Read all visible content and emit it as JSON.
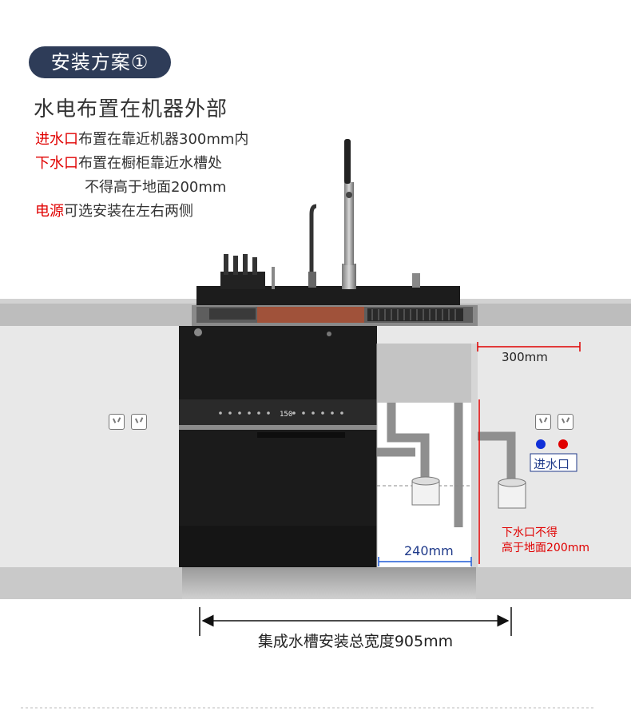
{
  "badge": "安装方案①",
  "heading": "水电布置在机器外部",
  "notes": {
    "inlet_label": "进水口",
    "inlet_text": "布置在靠近机器300mm内",
    "drain_label": "下水口",
    "drain_text": "布置在橱柜靠近水槽处",
    "drain_text2": "不得高于地面200mm",
    "power_label": "电源",
    "power_text": "可选安装在左右两侧"
  },
  "diagram": {
    "dim_300": "300mm",
    "dim_240": "240mm",
    "inlet_tag": "进水口",
    "drain_note_1": "下水口不得",
    "drain_note_2": "高于地面200mm",
    "total_width": "集成水槽安装总宽度905mm",
    "display_temp": "150"
  },
  "colors": {
    "badge_bg": "#2e3c58",
    "accent_red": "#e00000",
    "dim_red": "#e00000",
    "dim_blue": "#1f5ad6",
    "cold_water": "#1030d8",
    "hot_water": "#e00000"
  }
}
